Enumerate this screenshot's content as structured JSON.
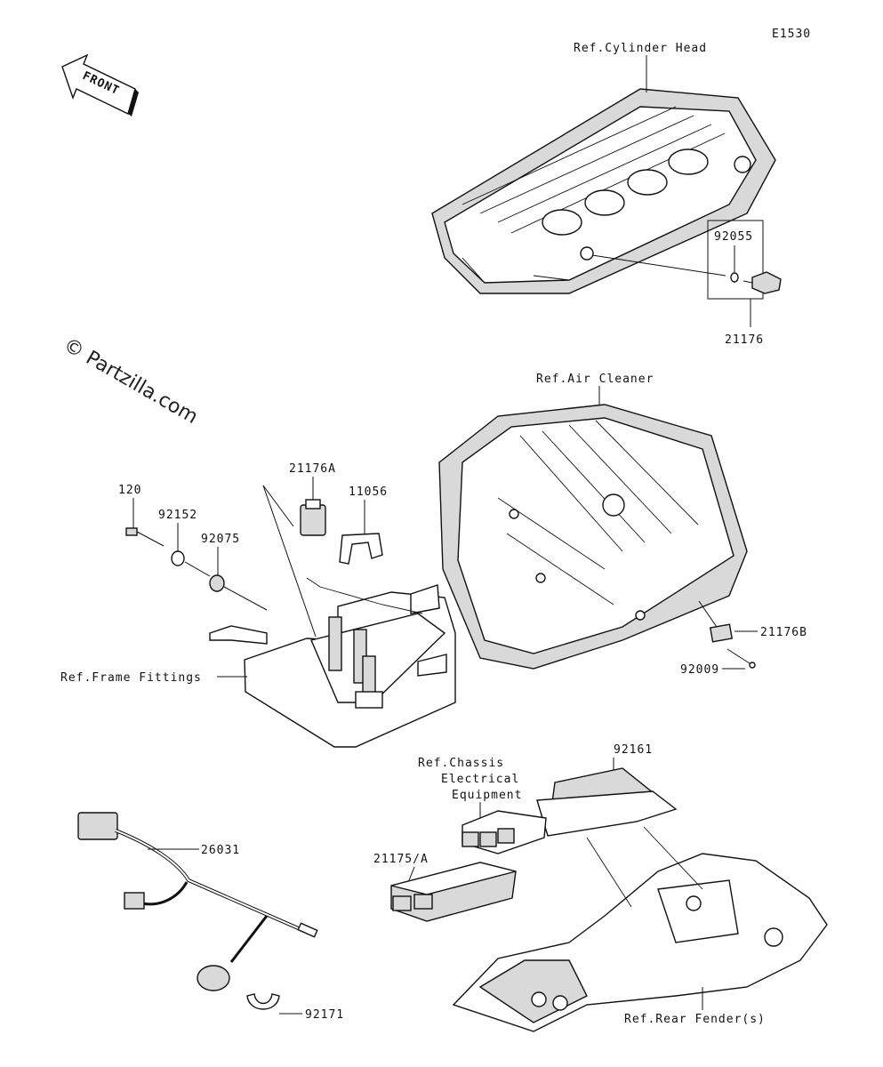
{
  "diagram_code": "E1530",
  "front_arrow_label": "FRONT",
  "watermark": "© Partzilla.com",
  "refs": {
    "cylinder_head": "Ref.Cylinder Head",
    "air_cleaner": "Ref.Air Cleaner",
    "frame_fittings": "Ref.Frame Fittings",
    "chassis_line1": "Ref.Chassis",
    "chassis_line2": "Electrical",
    "chassis_line3": "Equipment",
    "rear_fender": "Ref.Rear Fender(s)"
  },
  "parts": {
    "p92055": "92055",
    "p21176": "21176",
    "p21176A": "21176A",
    "p11056": "11056",
    "p120": "120",
    "p92152": "92152",
    "p92075": "92075",
    "p21176B": "21176B",
    "p92009": "92009",
    "p92161": "92161",
    "p21175A": "21175/A",
    "p26031": "26031",
    "p92171": "92171"
  }
}
